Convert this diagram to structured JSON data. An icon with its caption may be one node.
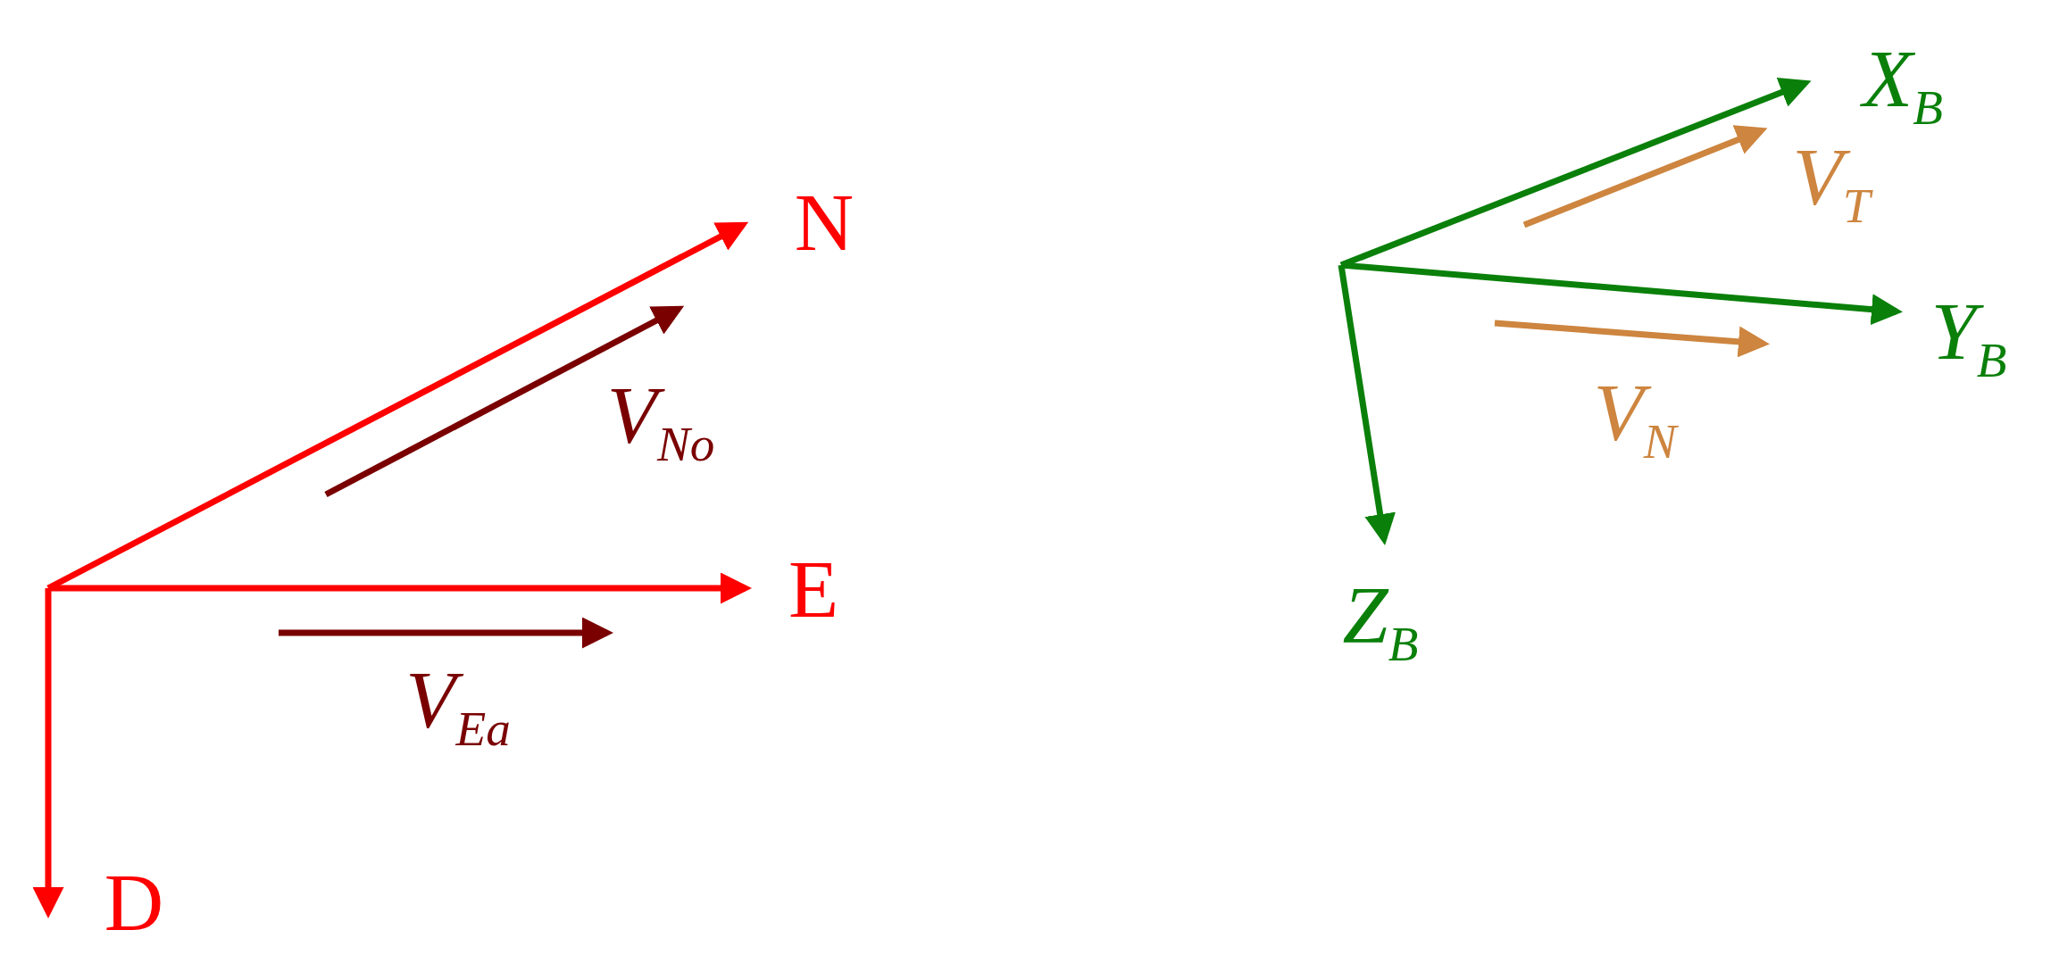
{
  "diagram": {
    "labels": [
      "N",
      "V$_{No}$",
      "E",
      "V$_{Ea}$",
      "D",
      "X$_{B}$",
      "V$_{T}$",
      "Y$_{B}$",
      "V$_{N}$",
      "Z$_{B}$"
    ]
  }
}
